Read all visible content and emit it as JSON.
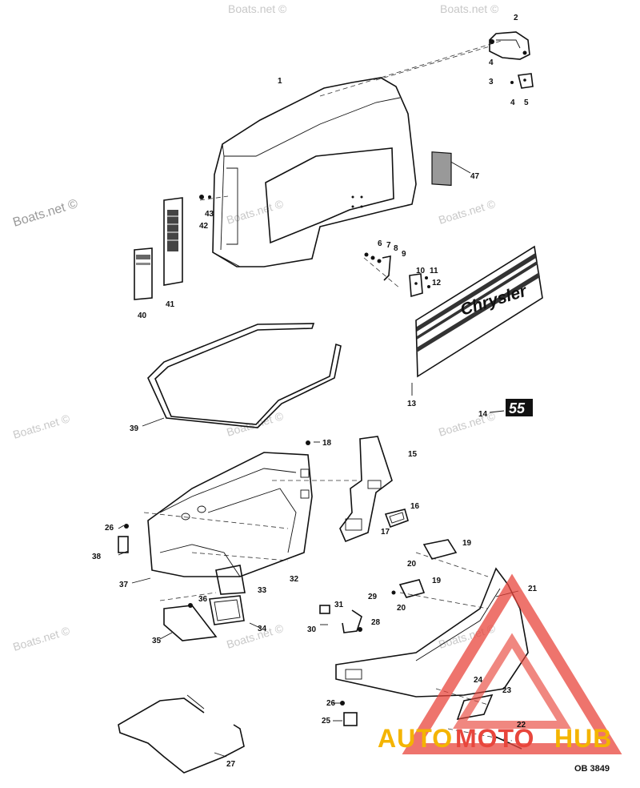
{
  "watermarks": [
    "Boats.net ©",
    "Boats.net ©",
    "Boats.net ©",
    "Boats.net ©",
    "Boats.net ©",
    "Boats.net ©",
    "Boats.net ©",
    "Boats.net ©",
    "Boats.net ©",
    "Boats.net ©",
    "Boats.net ©"
  ],
  "decal_brand": "Chrysler",
  "decal_hp": "55",
  "reference_code": "OB 3849",
  "logo": {
    "part1": "AUTO",
    "part2": "MOTO",
    "part3": "HUB",
    "colors": {
      "auto": "#f4b400",
      "moto": "#e8463c",
      "hub": "#f4b400",
      "triangle": "#e8463c"
    }
  },
  "callouts": [
    "1",
    "2",
    "4",
    "3",
    "4",
    "5",
    "47",
    "43",
    "42",
    "6",
    "7",
    "8",
    "9",
    "10",
    "11",
    "12",
    "40",
    "41",
    "13",
    "14",
    "39",
    "18",
    "15",
    "16",
    "17",
    "26",
    "19",
    "20",
    "38",
    "37",
    "32",
    "33",
    "36",
    "31",
    "29",
    "20",
    "19",
    "21",
    "35",
    "34",
    "30",
    "28",
    "24",
    "23",
    "26",
    "25",
    "22",
    "27"
  ]
}
